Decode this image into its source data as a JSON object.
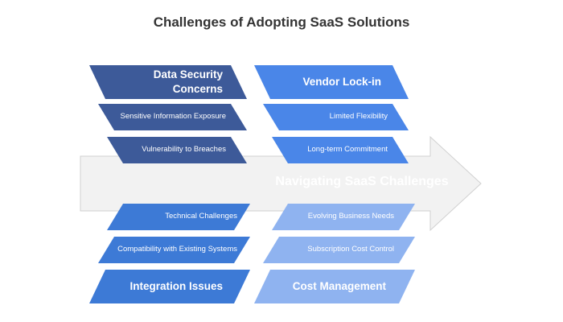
{
  "title": "Challenges of Adopting SaaS Solutions",
  "center_label": "Navigating SaaS Challenges",
  "colors": {
    "data_security": "#3d5a99",
    "vendor_lock_in": "#4a86e8",
    "integration": "#3d7ad6",
    "cost": "#8fb3f0",
    "arrow": "#f2f2f2"
  },
  "branches": {
    "data_security": {
      "title": "Data Security Concerns",
      "items": [
        "Sensitive Information Exposure",
        "Vulnerability to Breaches"
      ]
    },
    "vendor_lock_in": {
      "title": "Vendor Lock-in",
      "items": [
        "Limited Flexibility",
        "Long-term Commitment"
      ]
    },
    "integration": {
      "title": "Integration Issues",
      "items": [
        "Technical Challenges",
        "Compatibility with Existing Systems"
      ]
    },
    "cost": {
      "title": "Cost Management",
      "items": [
        "Evolving Business Needs",
        "Subscription Cost Control"
      ]
    }
  }
}
